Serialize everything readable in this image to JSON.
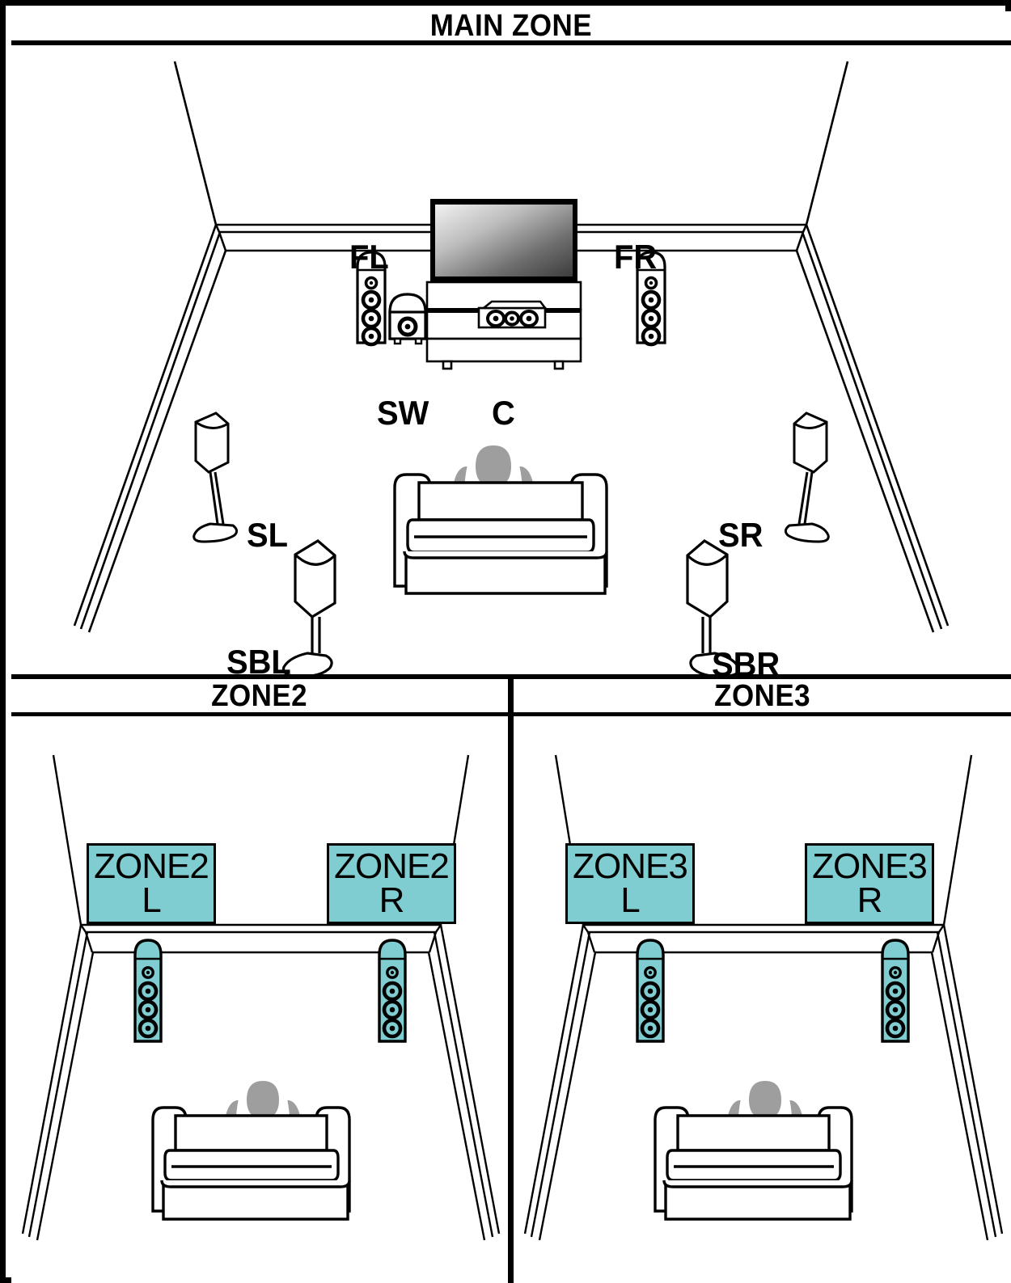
{
  "diagram": {
    "title": "MAIN ZONE",
    "colors": {
      "teal": "#7FCDD1",
      "outline": "#000000",
      "person": "#9E9E9E",
      "background": "#FFFFFF"
    }
  },
  "sections": {
    "main_zone": {
      "header": "MAIN ZONE",
      "speaker_labels": {
        "front_left": "FL",
        "front_right": "FR",
        "subwoofer": "SW",
        "center": "C",
        "surround_left": "SL",
        "surround_right": "SR",
        "surround_back_left": "SBL",
        "surround_back_right": "SBR"
      },
      "elements": [
        "television",
        "tv-stand",
        "center-speaker",
        "subwoofer",
        "floorstanding-speaker-left",
        "floorstanding-speaker-right",
        "surround-speaker-stand-left",
        "surround-speaker-stand-right",
        "surround-back-speaker-stand-left",
        "surround-back-speaker-stand-right",
        "sofa",
        "listener"
      ]
    },
    "zone2": {
      "header": "ZONE2",
      "boxes": [
        {
          "line1": "ZONE2",
          "line2": "L"
        },
        {
          "line1": "ZONE2",
          "line2": "R"
        }
      ],
      "elements": [
        "zone2-speaker-left",
        "zone2-speaker-right",
        "sofa",
        "listener"
      ]
    },
    "zone3": {
      "header": "ZONE3",
      "boxes": [
        {
          "line1": "ZONE3",
          "line2": "L"
        },
        {
          "line1": "ZONE3",
          "line2": "R"
        }
      ],
      "elements": [
        "zone3-speaker-left",
        "zone3-speaker-right",
        "sofa",
        "listener"
      ]
    }
  }
}
